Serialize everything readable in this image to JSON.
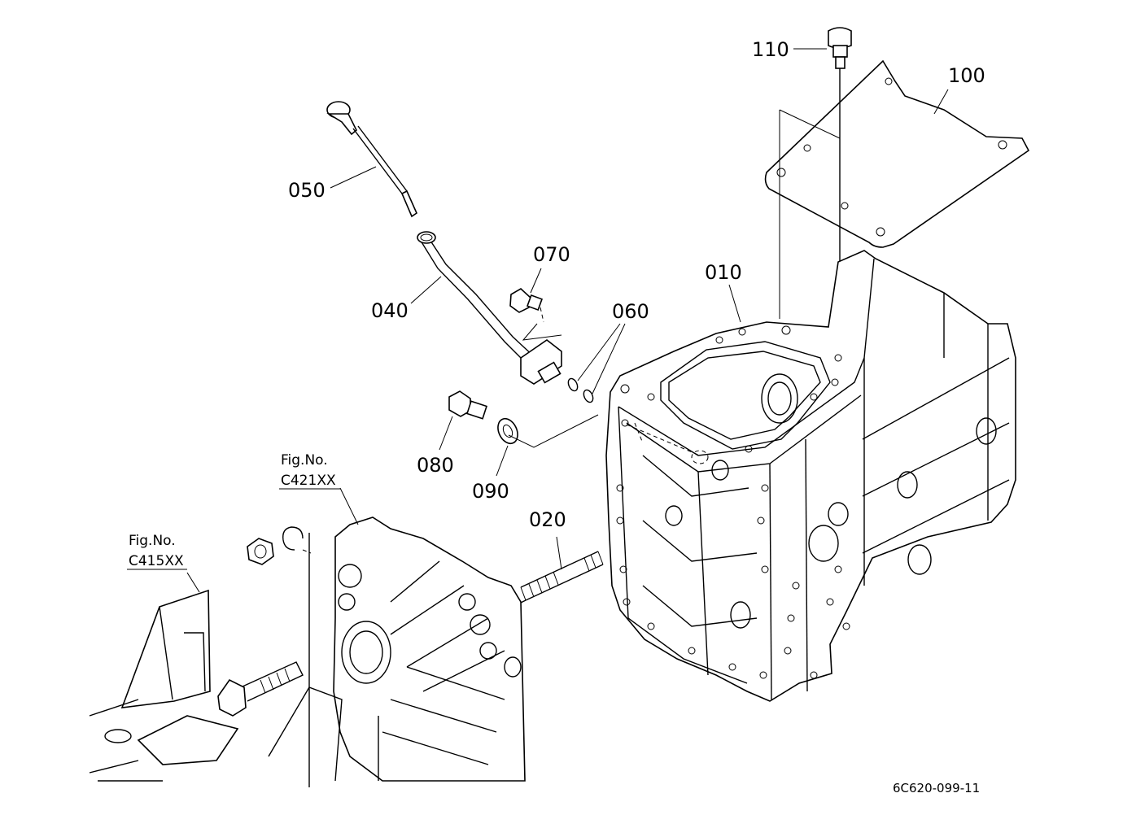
{
  "part_labels": {
    "p010": "010",
    "p020": "020",
    "p040": "040",
    "p050": "050",
    "p060": "060",
    "p070": "070",
    "p080": "080",
    "p090": "090",
    "p100": "100",
    "p110": "110"
  },
  "figure_refs": {
    "ref1": {
      "title": "Fig.No.",
      "code": "C421XX"
    },
    "ref2": {
      "title": "Fig.No.",
      "code": "C415XX"
    }
  },
  "drawing_id": "6C620-099-11"
}
